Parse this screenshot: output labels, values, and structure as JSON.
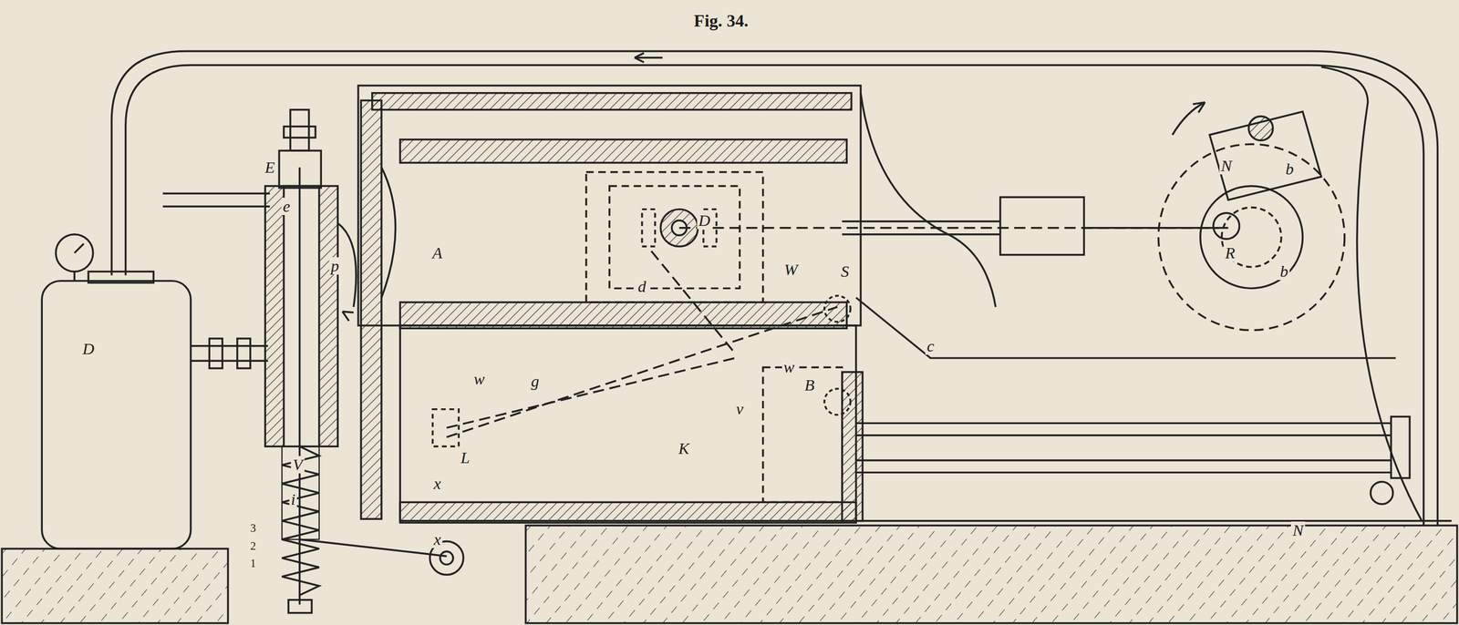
{
  "diagram": {
    "title": "Fig. 34.",
    "labels": [
      "D",
      "E",
      "e",
      "p",
      "A",
      "D",
      "d",
      "W",
      "S",
      "N",
      "b",
      "R",
      "b",
      "B",
      "w",
      "c",
      "w",
      "g",
      "v",
      "L",
      "K",
      "x",
      "x",
      "V",
      "i",
      "3",
      "2",
      "1",
      "N"
    ]
  }
}
